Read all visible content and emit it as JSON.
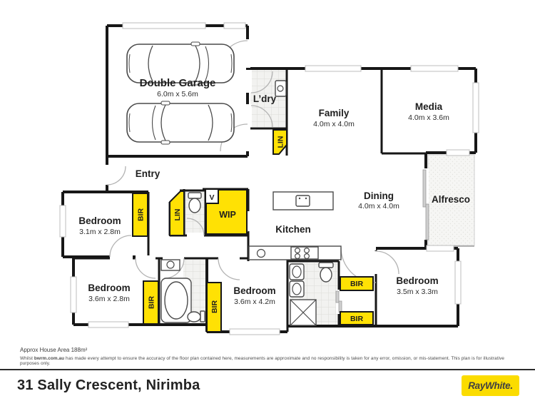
{
  "plan": {
    "rooms": {
      "garage": {
        "label": "Double Garage",
        "dims": "6.0m x 5.6m"
      },
      "laundry": {
        "label": "L’dry"
      },
      "family": {
        "label": "Family",
        "dims": "4.0m x 4.0m"
      },
      "media": {
        "label": "Media",
        "dims": "4.0m x 3.6m"
      },
      "entry": {
        "label": "Entry"
      },
      "dining": {
        "label": "Dining",
        "dims": "4.0m x 4.0m"
      },
      "alfresco": {
        "label": "Alfresco"
      },
      "kitchen": {
        "label": "Kitchen"
      },
      "wip": {
        "label": "WIP"
      },
      "vanity": {
        "label": "V"
      },
      "bedroom1": {
        "label": "Bedroom",
        "dims": "3.1m x 2.8m"
      },
      "bedroom2": {
        "label": "Bedroom",
        "dims": "3.6m x 2.8m"
      },
      "bedroom3": {
        "label": "Bedroom",
        "dims": "3.6m x 4.2m"
      },
      "bedroom4": {
        "label": "Bedroom",
        "dims": "3.5m x 3.3m"
      }
    },
    "closets": {
      "lin": "LIN",
      "bir": "BIR"
    },
    "colors": {
      "highlight": "#ffe104",
      "wall": "#171717",
      "brand_yellow": "#fbdc00"
    }
  },
  "footer": {
    "area_note": "Approx House Area 188m²",
    "disclaimer_prefix": "Whilst ",
    "disclaimer_brand": "bwrm.com.au",
    "disclaimer_rest": " has made every attempt to ensure the accuracy of the floor plan contained here, measurements are approximate and no responsibility is taken for any error, omission, or mis-statement. This plan is for illustrative purposes only.",
    "address": "31 Sally Crescent, Nirimba",
    "brand": "RayWhite."
  }
}
